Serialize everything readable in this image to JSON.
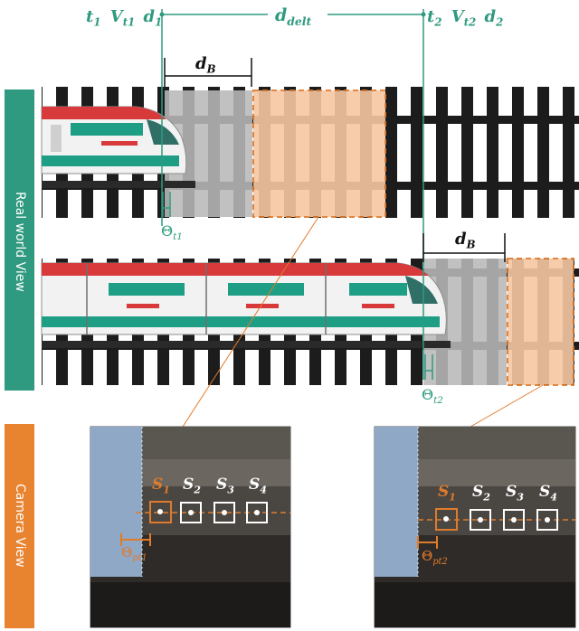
{
  "side_labels": {
    "real_world": "Real world  View",
    "camera": "Camera View"
  },
  "top": {
    "t1": "t",
    "t1_sub": "1",
    "v1": "V",
    "v1_sub": "t1",
    "d1": "d",
    "d1_sub": "1",
    "t2": "t",
    "t2_sub": "2",
    "v2": "V",
    "v2_sub": "t2",
    "d2": "d",
    "d2_sub": "2",
    "ddelt": "d",
    "ddelt_sub": "delt"
  },
  "dB1": {
    "main": "d",
    "sub": "B"
  },
  "dB2": {
    "main": "d",
    "sub": "B"
  },
  "theta1": {
    "main": "Θ",
    "sub": "t1"
  },
  "theta2": {
    "main": "Θ",
    "sub": "t2"
  },
  "cam1": {
    "sensors": [
      "S",
      "S",
      "S",
      "S"
    ],
    "subs": [
      "1",
      "2",
      "3",
      "4"
    ],
    "theta_main": "Θ",
    "theta_sub": "pt1"
  },
  "cam2": {
    "sensors": [
      "S",
      "S",
      "S",
      "S"
    ],
    "subs": [
      "1",
      "2",
      "3",
      "4"
    ],
    "theta_main": "Θ",
    "theta_sub": "pt2"
  },
  "colors": {
    "teal": "#2f9a80",
    "orange": "#e07b2c",
    "rail": "#1c1c1c",
    "gray_zone": "#a9a9a9",
    "orange_zone": "#f6c7a3",
    "train_red": "#d8393a",
    "train_teal": "#1f9e86"
  }
}
